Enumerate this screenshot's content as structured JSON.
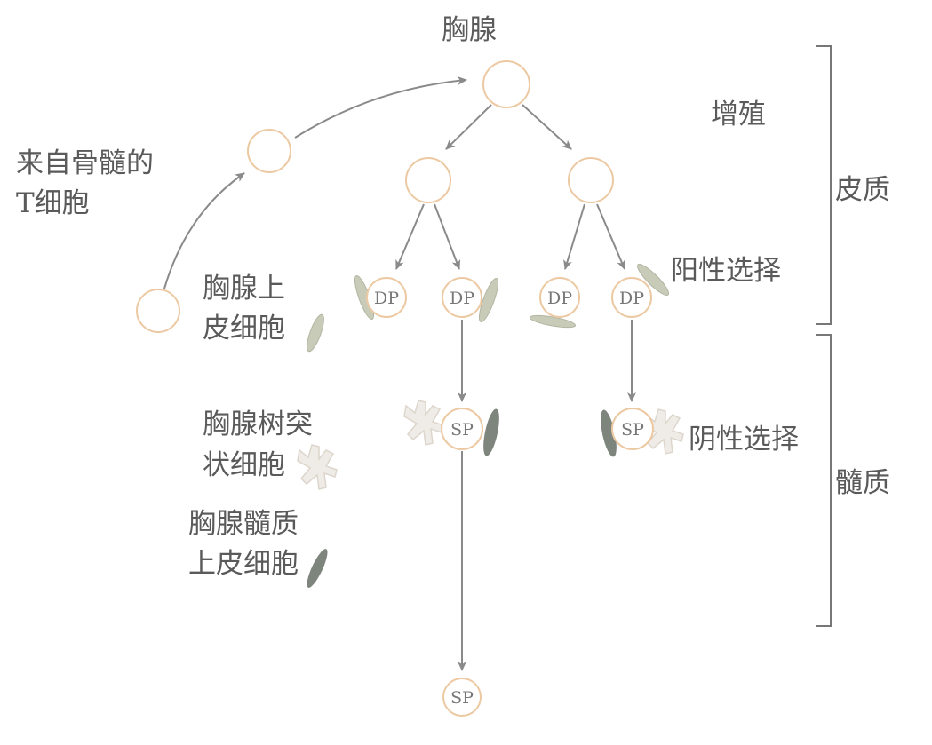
{
  "title": "胸腺",
  "labels": {
    "bone_marrow_line1": "来自骨髓的",
    "bone_marrow_line2": "T细胞",
    "proliferation": "增殖",
    "cortex": "皮质",
    "positive_selection": "阳性选择",
    "negative_selection": "阴性选择",
    "medulla": "髓质",
    "epithelial_line1": "胸腺上",
    "epithelial_line2": "皮细胞",
    "dendritic_line1": "胸腺树突",
    "dendritic_line2": "状细胞",
    "medullary_epi_line1": "胸腺髓质",
    "medullary_epi_line2": "上皮细胞"
  },
  "cells": {
    "dp": "DP",
    "sp": "SP"
  },
  "colors": {
    "cell_outline": "#ecc9a2",
    "arrow": "#8a8a8a",
    "cortical_epithelial": "#c9cbb9",
    "medullary_epithelial": "#7d857d",
    "dendritic": "#eeeae4",
    "bracket": "#777777"
  }
}
